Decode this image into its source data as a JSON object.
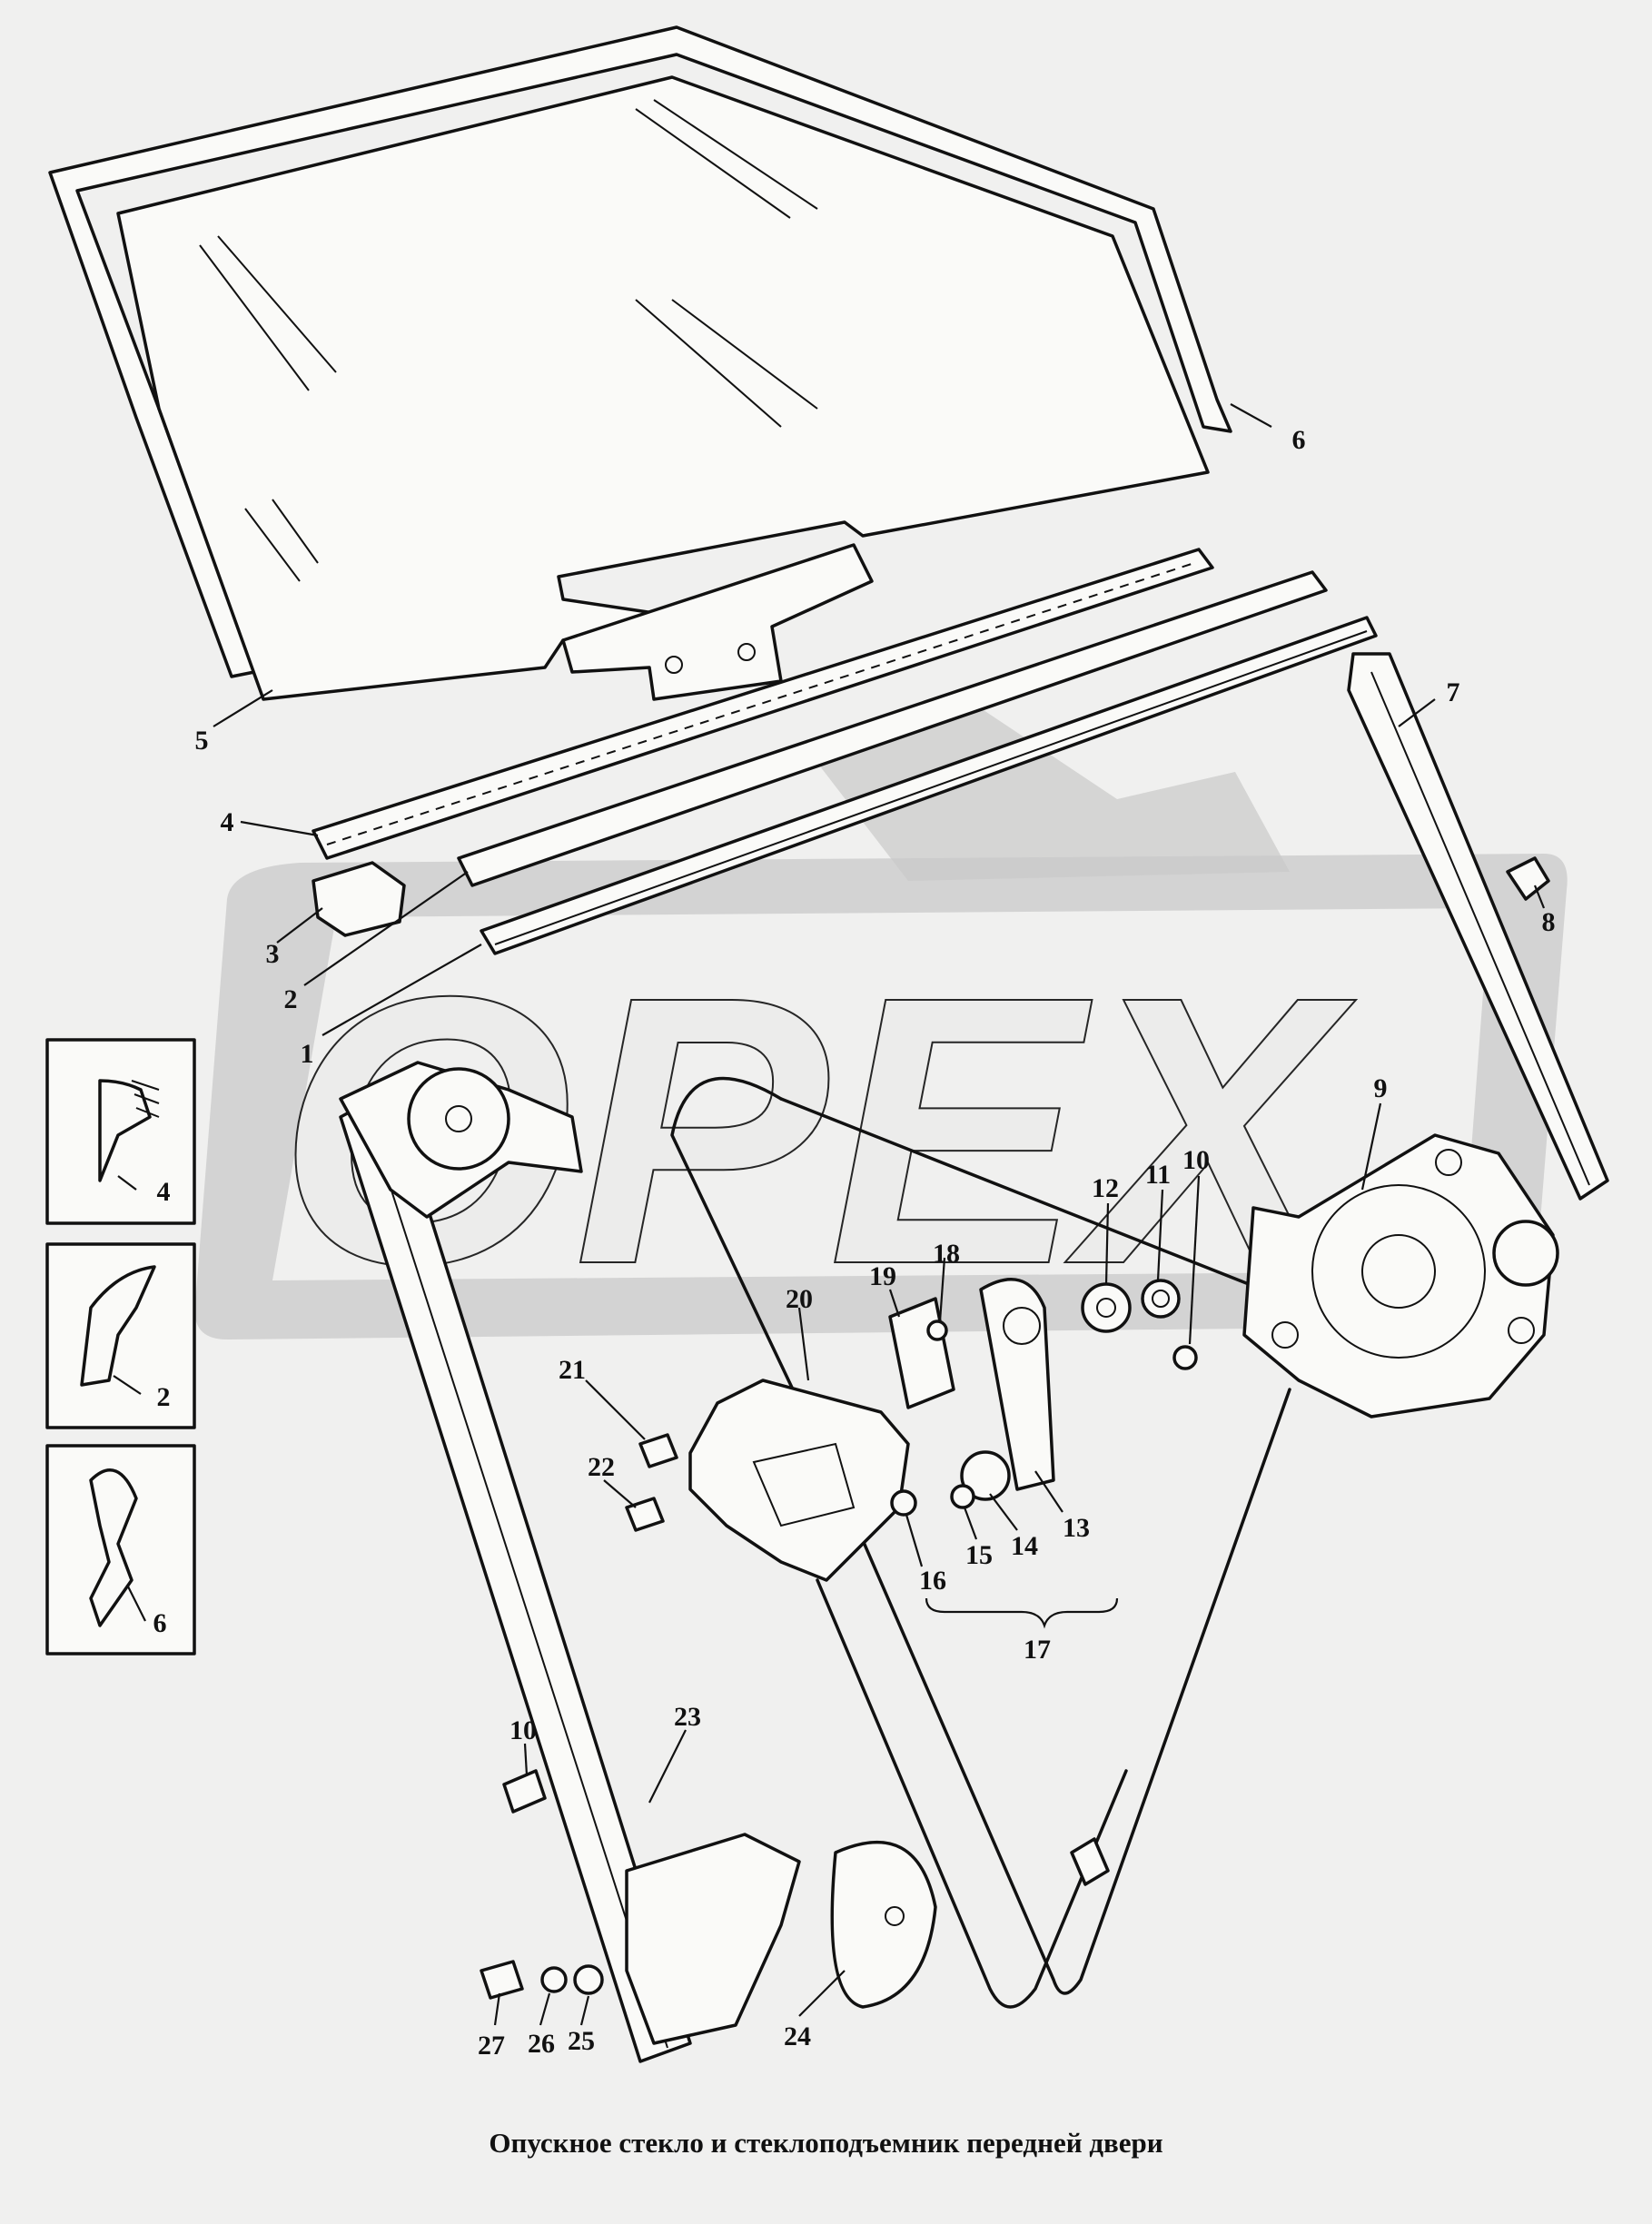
{
  "caption": "Опускное стекло и стеклоподъемник передней двери",
  "watermark": "OPEX",
  "callouts": [
    "1",
    "2",
    "3",
    "4",
    "5",
    "6",
    "7",
    "8",
    "9",
    "10",
    "11",
    "12",
    "13",
    "14",
    "15",
    "16",
    "17",
    "18",
    "19",
    "20",
    "21",
    "22",
    "23",
    "24",
    "25",
    "26",
    "27"
  ],
  "inset_callouts": [
    "4",
    "2",
    "6"
  ],
  "extra_callout": "10"
}
